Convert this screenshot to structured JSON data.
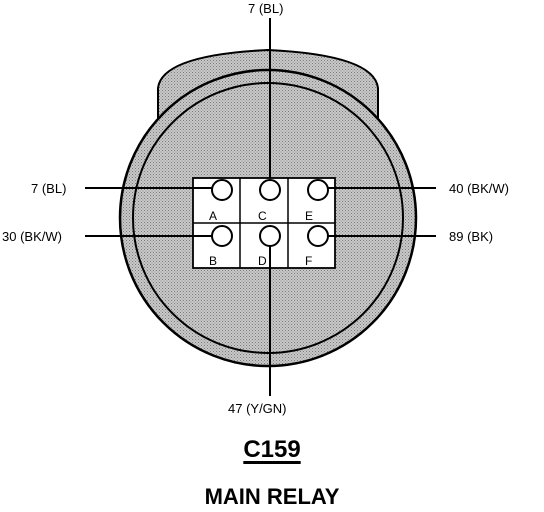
{
  "connector": {
    "id": "C159",
    "name": "MAIN RELAY"
  },
  "pins": [
    {
      "letter": "A",
      "wire": "7 (BL)"
    },
    {
      "letter": "B",
      "wire": "30 (BK/W)"
    },
    {
      "letter": "C",
      "wire": "7 (BL)"
    },
    {
      "letter": "D",
      "wire": "47 (Y/GN)"
    },
    {
      "letter": "E",
      "wire": "40 (BK/W)"
    },
    {
      "letter": "F",
      "wire": "89 (BK)"
    }
  ]
}
